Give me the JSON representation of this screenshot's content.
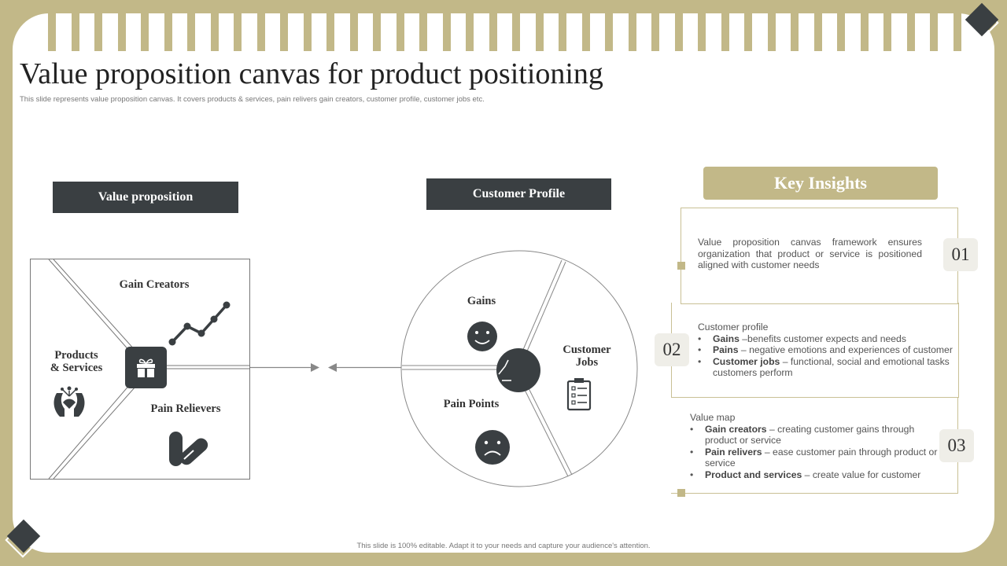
{
  "title": "Value proposition canvas for product positioning",
  "subtitle": "This slide represents value proposition canvas. It covers products & services, pain relivers gain creators, customer profile, customer jobs etc.",
  "footer": "This slide is 100% editable. Adapt it to your needs and capture your audience's attention.",
  "value_proposition": {
    "header": "Value proposition",
    "gain_creators": "Gain Creators",
    "products_services_line1": "Products",
    "products_services_line2": "& Services",
    "pain_relievers": "Pain Relievers"
  },
  "customer_profile": {
    "header": "Customer Profile",
    "gains": "Gains",
    "customer_jobs_line1": "Customer",
    "customer_jobs_line2": "Jobs",
    "pain_points": "Pain Points"
  },
  "key_insights": {
    "header": "Key Insights",
    "items": [
      {
        "number": "01",
        "text": "Value proposition canvas framework ensures organization that product or service is positioned aligned with customer needs"
      },
      {
        "number": "02",
        "heading": "Customer profile",
        "bullets": [
          {
            "bold": "Gains",
            "rest": " –benefits customer expects and needs"
          },
          {
            "bold": "Pains",
            "rest": " – negative emotions and experiences of customer"
          },
          {
            "bold": "Customer jobs",
            "rest": " – functional, social and emotional tasks customers perform"
          }
        ]
      },
      {
        "number": "03",
        "heading": "Value map",
        "bullets": [
          {
            "bold": "Gain creators",
            "rest": " – creating customer gains through product or service"
          },
          {
            "bold": "Pain relivers",
            "rest": " – ease customer pain through product or service"
          },
          {
            "bold": "Product and services",
            "rest": " – create value for customer"
          }
        ]
      }
    ]
  },
  "colors": {
    "accent_gold": "#c2b888",
    "dark": "#3a3f42"
  },
  "icons": [
    "diamond-logo-icon",
    "gift-icon",
    "trend-line-icon",
    "hands-icon",
    "pills-icon",
    "smile-icon",
    "sad-icon",
    "clipboard-icon",
    "face-profile-icon"
  ]
}
